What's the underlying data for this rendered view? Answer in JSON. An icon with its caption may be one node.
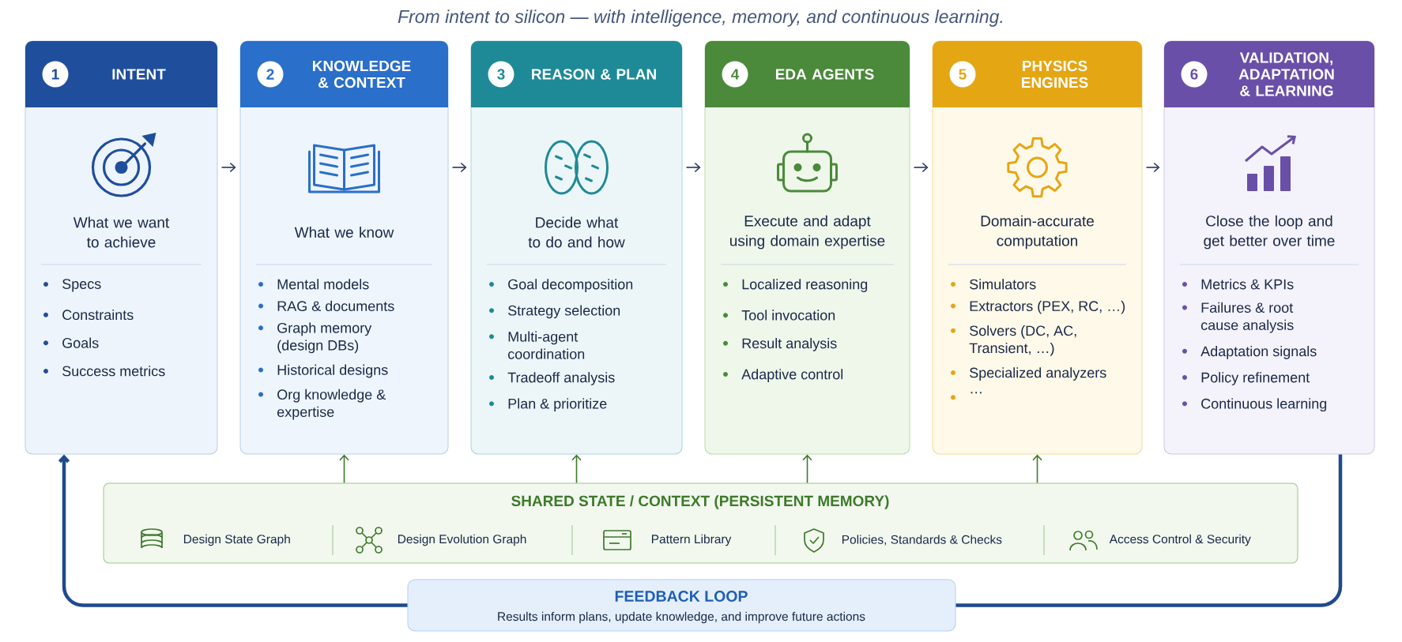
{
  "diagram": {
    "title": "From intent to silicon — with intelligence, memory, and continuous learning.",
    "nodes": [
      {
        "text": [
          "1",
          "INTENT",
          "What we want to achieve",
          "Specs",
          "Constraints",
          "Goals",
          "Success metrics"
        ]
      },
      {
        "text": [
          "2",
          "KNOWLEDGE & CONTEXT",
          "What we know",
          "Mental models",
          "RAG & documents",
          "Graph memory (design DBs)",
          "Historical designs",
          "Org knowledge & expertise"
        ]
      },
      {
        "text": [
          "3",
          "REASON & PLAN",
          "Decide what to do and how",
          "Goal decomposition",
          "Strategy selection",
          "Multi-agent coordination",
          "Tradeoff analysis",
          "Plan & prioritize"
        ]
      },
      {
        "text": [
          "4",
          "EDA AGENTS",
          "Execute and adapt using domain expertise",
          "Localized reasoning",
          "Tool invocation",
          "Result analysis",
          "Adaptive control"
        ]
      },
      {
        "text": [
          "5",
          "PHYSICS ENGINES",
          "Domain-accurate computation",
          "Simulators",
          "Extractors (PEX, RC, …)",
          "Solvers (DC, AC, Transient, …)",
          "Specialized analyzers",
          "…"
        ]
      },
      {
        "text": [
          "6",
          "VALIDATION, ADAPTATION & LEARNING",
          "Close the loop and get better over time",
          "Metrics & KPIs",
          "Failures & root cause analysis",
          "Adaptation signals",
          "Policy refinement",
          "Continuous learning"
        ]
      },
      {
        "text": [
          "SHARED STATE / CONTEXT (PERSISTENT MEMORY)"
        ]
      },
      {
        "text": [
          "Design State Graph"
        ],
        "in": 6
      },
      {
        "text": [
          "Design Evolution Graph"
        ],
        "in": 6
      },
      {
        "text": [
          "Pattern Library"
        ],
        "in": 6
      },
      {
        "text": [
          "Policies, Standards & Checks"
        ],
        "in": 6
      },
      {
        "text": [
          "Access Control & Security"
        ],
        "in": 6
      },
      {
        "text": [
          "FEEDBACK LOOP",
          "Results inform plans, update knowledge, and improve future actions"
        ]
      }
    ],
    "edges": [
      {
        "from": 0,
        "to": 1,
        "arrow": "to"
      },
      {
        "from": 1,
        "to": 2,
        "arrow": "to"
      },
      {
        "from": 2,
        "to": 3,
        "arrow": "to"
      },
      {
        "from": 3,
        "to": 4,
        "arrow": "to"
      },
      {
        "from": 4,
        "to": 5,
        "arrow": "to"
      },
      {
        "from": 6,
        "to": 1,
        "arrow": "to",
        "color": "#3d7a2a"
      },
      {
        "from": 6,
        "to": 2,
        "arrow": "to",
        "color": "#3d7a2a"
      },
      {
        "from": 6,
        "to": 3,
        "arrow": "to",
        "color": "#3d7a2a"
      },
      {
        "from": 6,
        "to": 4,
        "arrow": "to",
        "color": "#3d7a2a"
      },
      {
        "from": 5,
        "to": 12,
        "arrow": "none",
        "style": "thick",
        "color": "#1f4a8c"
      },
      {
        "from": 12,
        "to": 0,
        "arrow": "to",
        "style": "thick",
        "color": "#1f4a8c"
      }
    ]
  }
}
